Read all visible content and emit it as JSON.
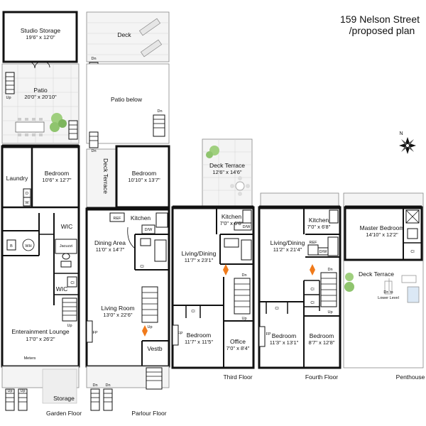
{
  "header": {
    "address": "159 Nelson Street",
    "subtitle": "/proposed plan"
  },
  "compass": {
    "north_label": "N"
  },
  "floor_labels": {
    "garden": "Garden Floor",
    "parlour": "Parlour Floor",
    "third": "Third Floor",
    "fourth": "Fourth Floor",
    "penthouse": "Penthouse"
  },
  "garden_floor": {
    "studio_storage": {
      "name": "Studio Storage",
      "dims": "19'6\" x 12'0\""
    },
    "patio": {
      "name": "Patio",
      "dims": "20'0\" x 20'10\""
    },
    "laundry": "Laundry",
    "bedroom": {
      "name": "Bedroom",
      "dims": "10'6\" x 12'7\""
    },
    "wic_upper": "WIC",
    "wic_lower": "WIC",
    "jacuzzi": "Jacuzzi",
    "closet": "Cl",
    "boiler": "B",
    "water_heater": "WH",
    "dryer": "D",
    "washer": "W",
    "lounge": {
      "name": "Enterainment Lounge",
      "dims": "17'0\" x 26'2\""
    },
    "meters": "Meters",
    "storage": "Storage",
    "up_patio": "Up",
    "up_stair": "Up",
    "up_storage_left": "Up",
    "up_storage_right": "Up"
  },
  "parlour_floor": {
    "deck": "Deck",
    "patio_below": "Patio below",
    "deck_terrace": "Deck Terrace",
    "bedroom": {
      "name": "Bedroom",
      "dims": "10'10\" x 13'7\""
    },
    "kitchen": "Kitchen",
    "ref": "REF",
    "dw": "D/W",
    "closet": "Cl",
    "dining": {
      "name": "Dining Area",
      "dims": "11'0\" x 14'7\""
    },
    "living": {
      "name": "Living Room",
      "dims": "13'0\" x 22'6\""
    },
    "fp": "FP",
    "vestibule": "Vestb",
    "up_stair": "Up",
    "dn_deck": "Dn",
    "dn_patio": "Dn",
    "dn_terrace": "Dn",
    "dn_lower_left": "Dn",
    "dn_lower_right": "Dn"
  },
  "third_floor": {
    "deck_terrace": {
      "name": "Deck Terrace",
      "dims": "12'6\" x 14'6\""
    },
    "kitchen": {
      "name": "Kitchen",
      "dims": "7'0\" x 6'8\""
    },
    "dw": "D/W",
    "living": {
      "name": "Living/Dining",
      "dims": "11'7\" x 23'1\""
    },
    "closet": "Cl",
    "bedroom": {
      "name": "Bedroom",
      "dims": "11'7\" x 11'5\""
    },
    "office": {
      "name": "Office",
      "dims": "7'0\" x 8'4\""
    },
    "fp": "FP",
    "dn_stair": "Dn",
    "up_stair": "Up"
  },
  "fourth_floor": {
    "kitchen": {
      "name": "Kitchen",
      "dims": "7'0\" x 6'8\""
    },
    "ref": "REF",
    "dw": "D/W",
    "living": {
      "name": "Living/Dining",
      "dims": "11'2\" x 21'4\""
    },
    "closet_a": "Cl",
    "closet_b": "Cl",
    "closet_c": "Cl",
    "bedroom_left": {
      "name": "Bedroom",
      "dims": "11'3\" x 13'1\""
    },
    "bedroom_right": {
      "name": "Bedroom",
      "dims": "8'7\" x 12'8\""
    },
    "fp": "FP",
    "dn_stair": "Dn",
    "up_stair": "Up"
  },
  "penthouse": {
    "master": {
      "name": "Master Bedroom",
      "dims": "14'10\" x 12'2\""
    },
    "closet": "Cl",
    "deck_terrace": "Deck Terrace",
    "dn_label": "Dn to",
    "dn_label_2": "Lower Level"
  }
}
